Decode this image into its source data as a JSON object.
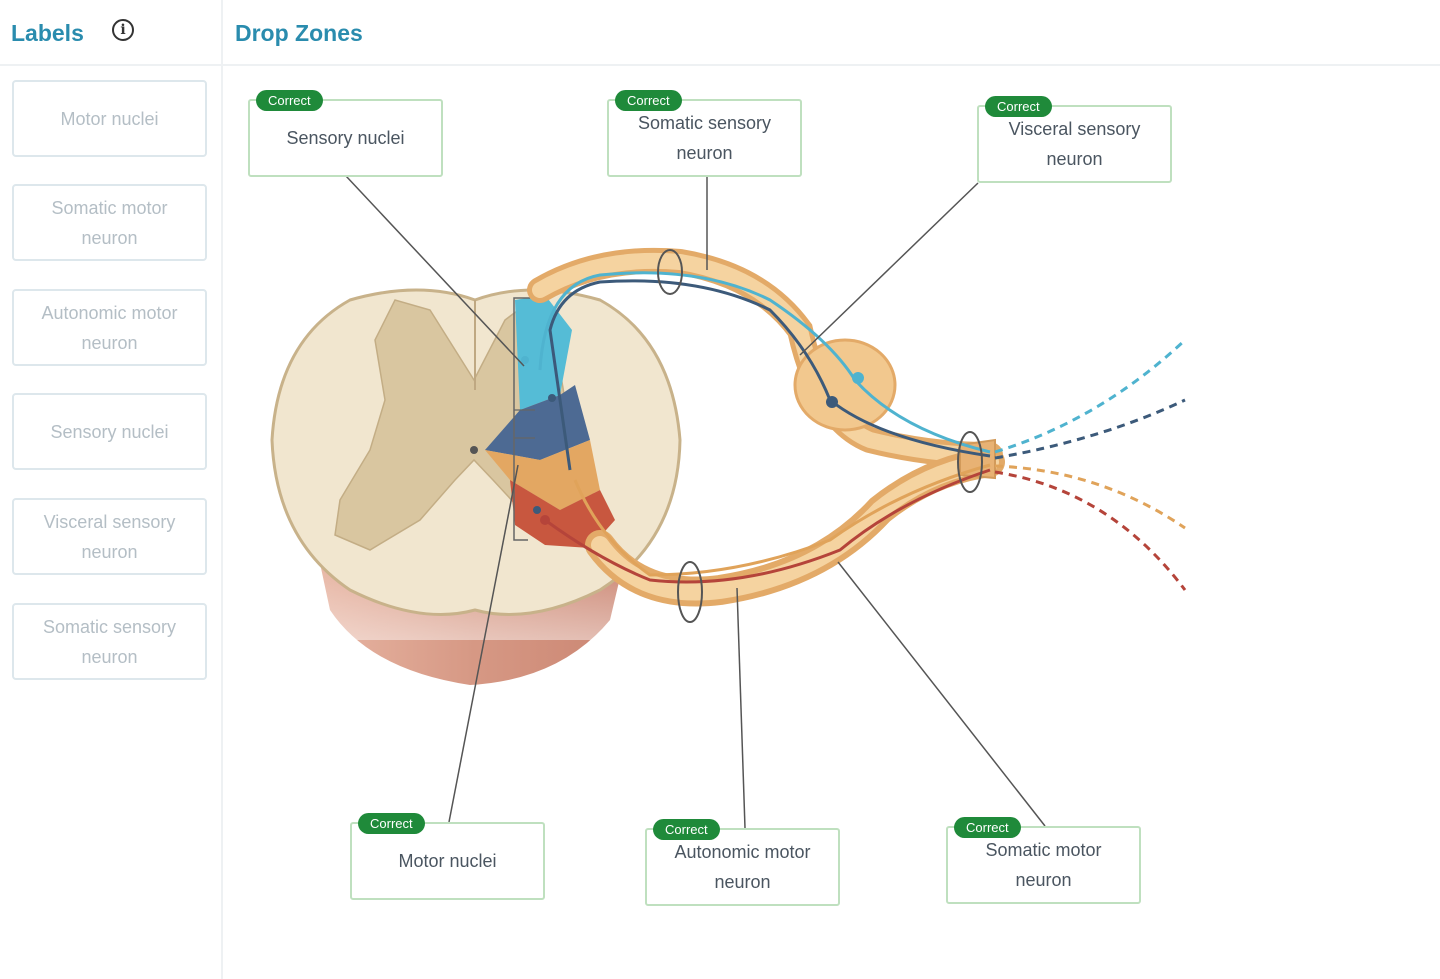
{
  "labels_panel": {
    "title": "Labels",
    "items": [
      {
        "text": "Motor nuclei"
      },
      {
        "text": "Somatic motor neuron"
      },
      {
        "text": "Autonomic motor neuron"
      },
      {
        "text": "Sensory nuclei"
      },
      {
        "text": "Visceral sensory neuron"
      },
      {
        "text": "Somatic sensory neuron"
      }
    ]
  },
  "drop_zones_panel": {
    "title": "Drop Zones",
    "zones": [
      {
        "text": "Sensory nuclei",
        "status": "Correct"
      },
      {
        "text": "Somatic sensory neuron",
        "status": "Correct"
      },
      {
        "text": "Visceral sensory neuron",
        "status": "Correct"
      },
      {
        "text": "Motor nuclei",
        "status": "Correct"
      },
      {
        "text": "Autonomic motor neuron",
        "status": "Correct"
      },
      {
        "text": "Somatic motor neuron",
        "status": "Correct"
      }
    ]
  },
  "icons": {
    "info": "info-icon"
  },
  "colors": {
    "accent": "#2a8cae",
    "correct_badge": "#1f8a3a",
    "zone_border": "#bfe0bf",
    "sensory_somatic": "#4fb3cf",
    "sensory_visceral": "#3c5a7a",
    "motor_autonomic": "#e0a35a",
    "motor_somatic": "#b5443a"
  }
}
